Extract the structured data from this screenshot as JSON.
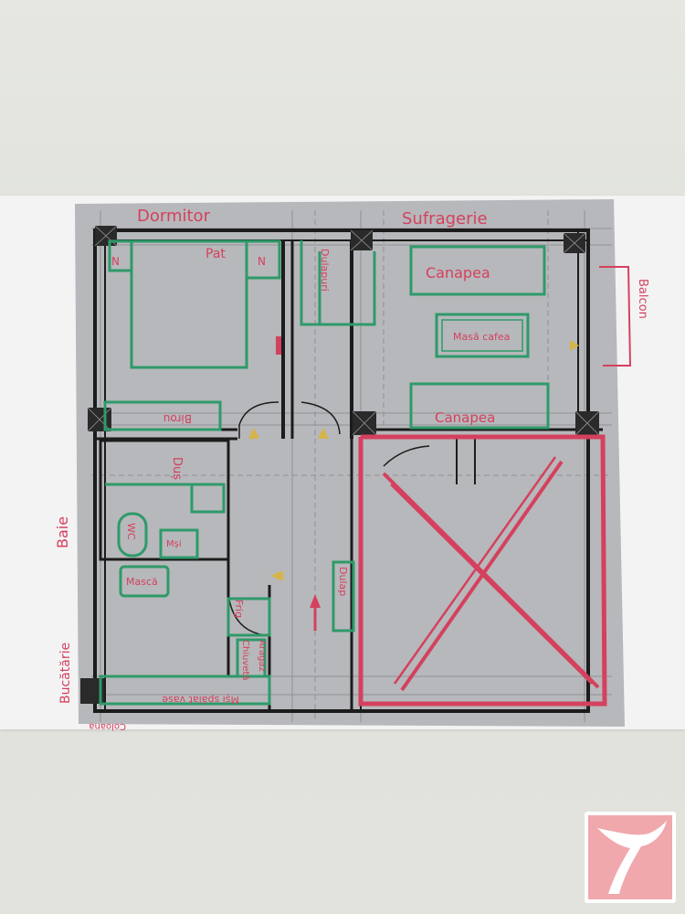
{
  "labels": {
    "dormitor": "Dormitor",
    "sufragerie": "Sufragerie",
    "pat": "Pat",
    "n1": "N",
    "n2": "N",
    "dulapuri": "Dulapuri",
    "canapea_top": "Canapea",
    "masa_cafea": "Masă cafea",
    "canapea_bottom": "Canapea",
    "birou": "Birou",
    "dus": "Duș",
    "wc": "WC",
    "masina": "Mși",
    "masca": "Mască",
    "dulap": "Dulap",
    "frig": "Frig",
    "chiuveta": "Chiuvetă",
    "aragaz": "Aragaz",
    "masina_spalat": "Mși spălat vase",
    "baie": "Baie",
    "bucatarie": "Bucătărie",
    "balcon": "Balcon",
    "coloana": "Coloana"
  },
  "colors": {
    "wall": "#1c1c1c",
    "furniture": "#2e9a6a",
    "annotation": "#d4415e",
    "paper": "#b9b9bb"
  },
  "icons": {
    "logo": "bird-logo-icon"
  }
}
